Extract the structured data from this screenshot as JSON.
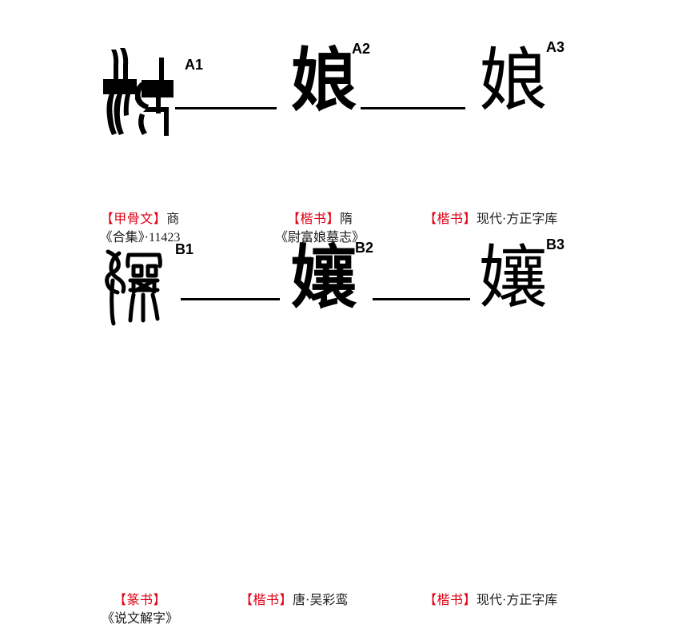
{
  "page": {
    "background": "#ffffff",
    "accent_red": "#e00014",
    "ink": "#000000"
  },
  "rows": [
    {
      "id": "A",
      "cells": [
        {
          "tag": "A1",
          "glyph": "𡥀",
          "glyph_kind": "oracle-bone-drawing",
          "caption": {
            "script": "【甲骨文】",
            "period": "商",
            "reference": "《合集》·11423"
          }
        },
        {
          "tag": "A2",
          "glyph": "娘",
          "glyph_kind": "brush-regular",
          "caption": {
            "script": "【楷书】",
            "period": "隋",
            "reference": "《尉富娘墓志》"
          }
        },
        {
          "tag": "A3",
          "glyph": "娘",
          "glyph_kind": "regular",
          "caption": {
            "script": "【楷书】",
            "period": "现代·方正字库",
            "reference": ""
          }
        }
      ]
    },
    {
      "id": "B",
      "cells": [
        {
          "tag": "B1",
          "glyph": "孃",
          "glyph_kind": "seal-script-drawing",
          "caption": {
            "script": "【篆书】",
            "period": "",
            "reference": "《说文解字》"
          }
        },
        {
          "tag": "B2",
          "glyph": "孃",
          "glyph_kind": "brush-regular",
          "caption": {
            "script": "【楷书】",
            "period": "唐·吴彩鸾",
            "reference": ""
          }
        },
        {
          "tag": "B3",
          "glyph": "孃",
          "glyph_kind": "regular",
          "caption": {
            "script": "【楷书】",
            "period": "现代·方正字库",
            "reference": ""
          }
        }
      ]
    }
  ],
  "connectors": {
    "count": 4,
    "color": "#000000"
  }
}
